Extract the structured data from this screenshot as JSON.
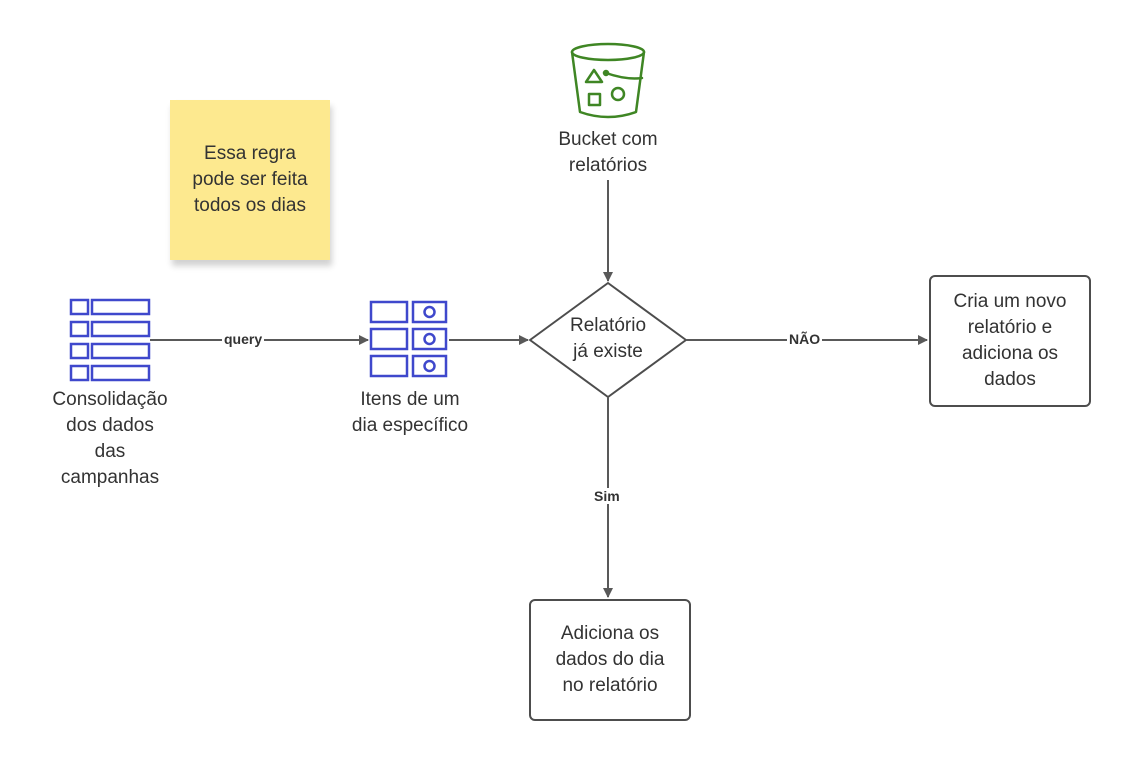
{
  "note": {
    "text": "Essa regra\npode ser feita\ntodos os dias"
  },
  "nodes": {
    "bucket": {
      "icon": "bucket-icon",
      "label": "Bucket com\nrelatórios",
      "color": "#3f8624"
    },
    "consolidacao": {
      "icon": "table-icon",
      "label": "Consolidação\ndos dados\ndas\ncampanhas",
      "color": "#3f48cc"
    },
    "itens": {
      "icon": "table-items-icon",
      "label": "Itens de um\ndia específico",
      "color": "#3f48cc"
    },
    "decision": {
      "label": "Relatório\njá existe"
    },
    "cria": {
      "label": "Cria um novo\nrelatório e\nadiciona os\ndados"
    },
    "adiciona": {
      "label": "Adiciona os\ndados do dia\nno relatório"
    }
  },
  "edges": {
    "query": "query",
    "nao": "NÃO",
    "sim": "Sim"
  },
  "colors": {
    "line": "#595959",
    "box_border": "#4d4d4d",
    "note_bg": "#fde98f"
  }
}
